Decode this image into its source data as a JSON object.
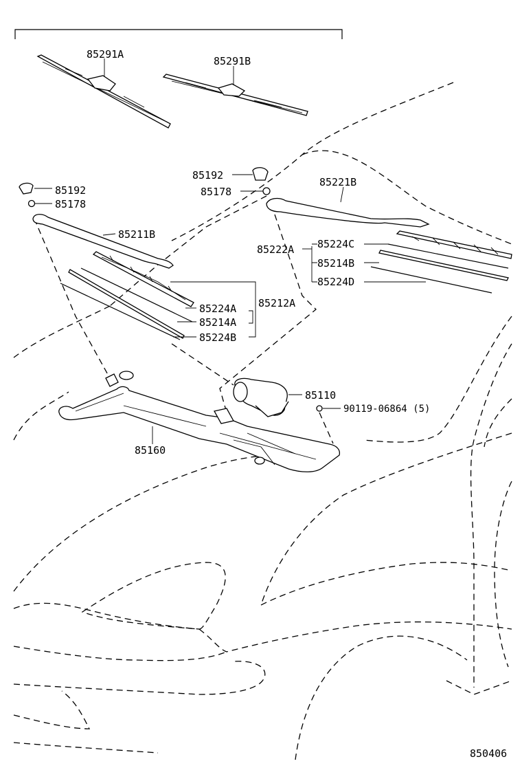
{
  "labels": {
    "blade_a": "85291A",
    "blade_b": "85291B",
    "cap_left": "85192",
    "nut_left": "85178",
    "cap_right": "85192",
    "nut_right": "85178",
    "arm_left": "85211B",
    "arm_right": "85221B",
    "blade_assy_left": "85212A",
    "blade_assy_right": "85222A",
    "rubber_left_a": "85224A",
    "rubber_left_b": "85214A",
    "rubber_left_c": "85224B",
    "rubber_right_a": "85224C",
    "rubber_right_b": "85214B",
    "rubber_right_c": "85224D",
    "motor": "85110",
    "bolt": "90119-06864 (5)",
    "linkage": "85160",
    "drawing_number": "850406"
  }
}
